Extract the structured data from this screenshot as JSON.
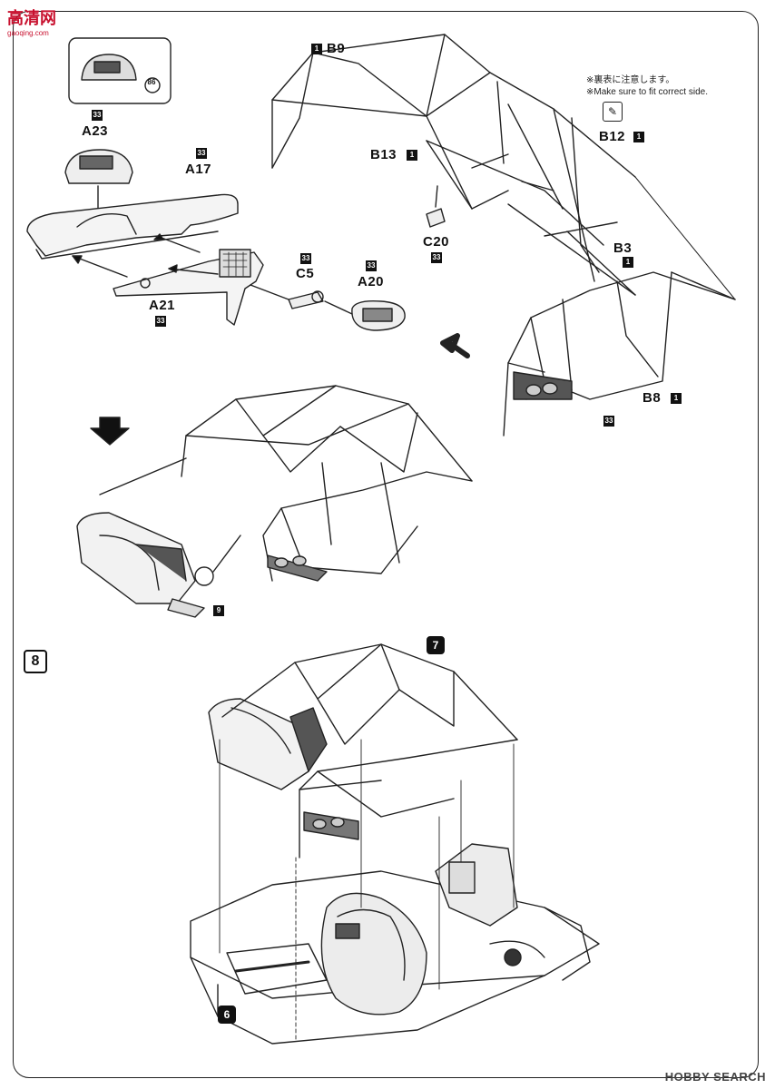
{
  "watermark": {
    "top_left": "高清网",
    "top_left_sub": "gaoqing.com",
    "bottom_right": "HOBBY SEARCH"
  },
  "notes": {
    "jp": "※裏表に注意します。",
    "en": "※Make sure to fit correct side."
  },
  "steps": {
    "step8": "8",
    "step7": "7",
    "step6": "6",
    "step9": "9"
  },
  "parts": {
    "a23": {
      "label": "A23",
      "runner": "33"
    },
    "a17": {
      "label": "A17",
      "runner": "33"
    },
    "a21": {
      "label": "A21",
      "runner": "33"
    },
    "c5": {
      "label": "C5",
      "runner": "33"
    },
    "a20": {
      "label": "A20",
      "runner": "33"
    },
    "c20": {
      "label": "C20",
      "runner": "33"
    },
    "b9": {
      "label": "B9",
      "runner": "1"
    },
    "b13": {
      "label": "B13",
      "runner": "1"
    },
    "b12": {
      "label": "B12",
      "runner": "1"
    },
    "b3": {
      "label": "B3",
      "runner": "1"
    },
    "b8": {
      "label": "B8",
      "runner": "1"
    },
    "sub33": {
      "runner": "33"
    },
    "decal": {
      "label": "86"
    }
  },
  "colors": {
    "ink": "#111111",
    "watermark": "#c8102e"
  }
}
